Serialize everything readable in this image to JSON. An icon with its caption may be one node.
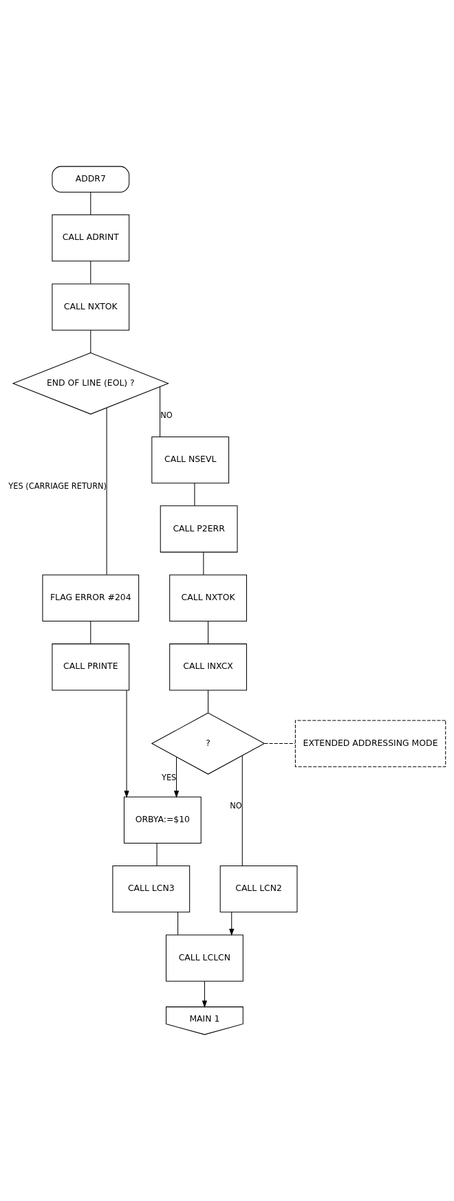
{
  "diagram": {
    "nodes": [
      {
        "text": [
          "ADDR7"
        ]
      },
      {
        "text": [
          "CALL ADRINT"
        ]
      },
      {
        "text": [
          "CALL NXTOK"
        ]
      },
      {
        "text": [
          "END OF LINE (EOL) ?"
        ]
      },
      {
        "text": [
          "FLAG ERROR #204"
        ]
      },
      {
        "text": [
          "CALL PRINTE"
        ]
      },
      {
        "text": [
          "CALL NSEVL"
        ]
      },
      {
        "text": [
          "CALL P2ERR"
        ]
      },
      {
        "text": [
          "CALL NXTOK"
        ]
      },
      {
        "text": [
          "CALL INXCX"
        ]
      },
      {
        "text": [
          "?"
        ]
      },
      {
        "text": [
          "EXTENDED ADDRESSING MODE"
        ]
      },
      {
        "text": [
          "CALL LCN2"
        ]
      },
      {
        "text": [
          "ORBYA:=$10"
        ]
      },
      {
        "text": [
          "CALL LCN3"
        ]
      },
      {
        "text": [
          "CALL LCLCN"
        ]
      },
      {
        "text": [
          "MAIN 1"
        ]
      }
    ],
    "edges": [
      {
        "from": 0,
        "to": 1,
        "arrow": "none"
      },
      {
        "from": 1,
        "to": 2,
        "arrow": "none"
      },
      {
        "from": 2,
        "to": 3,
        "arrow": "none"
      },
      {
        "from": 3,
        "to": 4,
        "arrow": "none",
        "label": "YES (CARRIAGE RETURN)"
      },
      {
        "from": 3,
        "to": 6,
        "arrow": "none",
        "label": "NO"
      },
      {
        "from": 4,
        "to": 5,
        "arrow": "none"
      },
      {
        "from": 5,
        "to": 13,
        "arrow": "to"
      },
      {
        "from": 6,
        "to": 7,
        "arrow": "none"
      },
      {
        "from": 7,
        "to": 8,
        "arrow": "none"
      },
      {
        "from": 8,
        "to": 9,
        "arrow": "none"
      },
      {
        "from": 9,
        "to": 10,
        "arrow": "none"
      },
      {
        "from": 10,
        "to": 11,
        "arrow": "none",
        "style": "dashed"
      },
      {
        "from": 10,
        "to": 12,
        "arrow": "none",
        "label": "NO"
      },
      {
        "from": 10,
        "to": 13,
        "arrow": "to",
        "label": "YES"
      },
      {
        "from": 13,
        "to": 14,
        "arrow": "none"
      },
      {
        "from": 12,
        "to": 15,
        "arrow": "to"
      },
      {
        "from": 14,
        "to": 15,
        "arrow": "none"
      },
      {
        "from": 15,
        "to": 16,
        "arrow": "to"
      }
    ]
  }
}
